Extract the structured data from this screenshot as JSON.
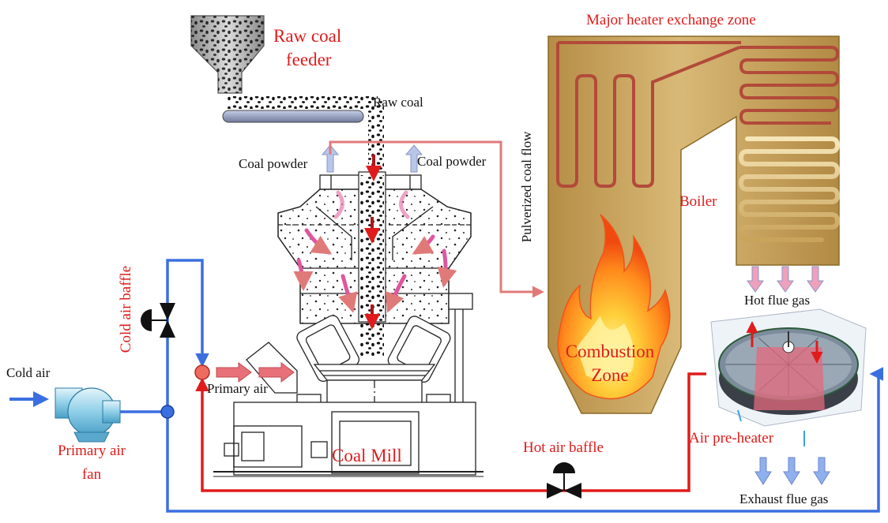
{
  "labels": {
    "raw_coal_feeder": [
      "Raw coal",
      "feeder"
    ],
    "raw_coal": "Raw coal",
    "coal_powder_left": "Coal powder",
    "coal_powder_right": "Coal powder",
    "pulverized_coal_flow": "Pulverized coal flow",
    "major_heater_zone": "Major heater exchange zone",
    "boiler": "Boiler",
    "combustion_zone": [
      "Combustion",
      "Zone"
    ],
    "hot_flue_gas": "Hot flue gas",
    "air_pre_heater": "Air pre-heater",
    "exhaust_flue_gas": "Exhaust flue gas",
    "hot_air_baffle": "Hot air baffle",
    "coal_mill": "Coal Mill",
    "primary_air": "Primary air",
    "primary_air_fan": [
      "Primary air",
      "fan"
    ],
    "cold_air": "Cold air",
    "cold_air_baffle": "Cold air baffle"
  },
  "colors": {
    "label_red": "#e01b1b",
    "cold_air_line": "#3b6fe0",
    "hot_air_line": "#e01b1b",
    "pulverized_flow_line": "#e07a78",
    "boiler_body": "#c9a35a",
    "flame": "#ff8a1c",
    "coal": "#111111"
  }
}
